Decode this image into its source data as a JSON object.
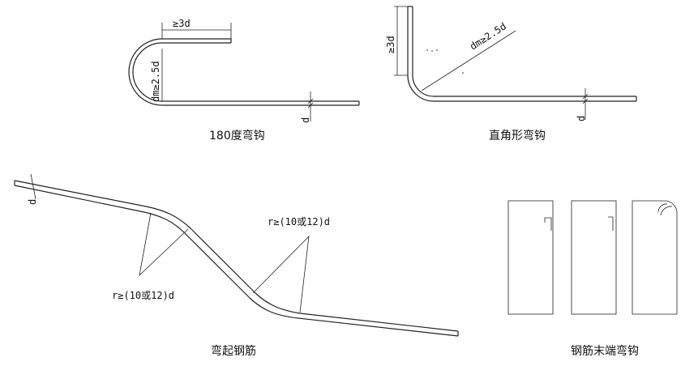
{
  "figures": {
    "hook180": {
      "caption": "180度弯钩",
      "dim_length": "≥3d",
      "dim_radius": "dm≥2.5d",
      "dim_diameter": "d"
    },
    "hook90": {
      "caption": "直角形弯钩",
      "dim_length": "≥3d",
      "dim_radius": "dm≥2.5d",
      "dim_diameter": "d"
    },
    "bent_bar": {
      "caption": "弯起钢筋",
      "dim_diameter": "d",
      "radius_upper": "r≥(10或12)d",
      "radius_lower": "r≥(10或12)d"
    },
    "end_hooks": {
      "caption": "钢筋末端弯钩"
    }
  }
}
